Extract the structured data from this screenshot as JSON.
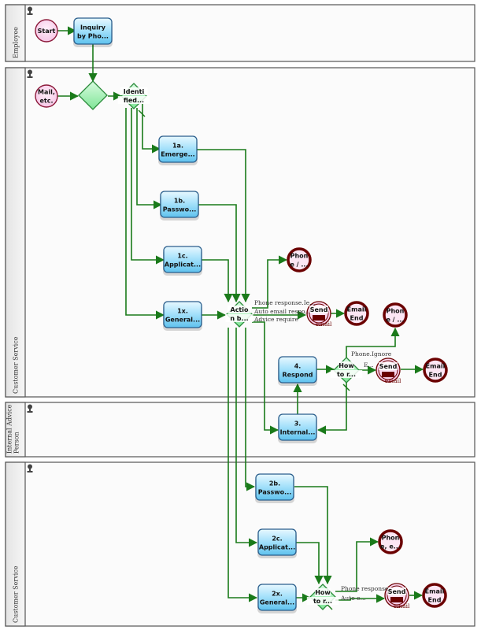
{
  "colors": {
    "flow": "#1a7a1a",
    "task_fill_top": "#d6f1ff",
    "task_fill_bottom": "#6cc8f0",
    "task_stroke": "#2a5e8c",
    "gateway_fill": "#9ff0b0",
    "gateway_stroke": "#2a8a3a",
    "end_stroke": "#6b0000",
    "start_fill": "#fcd9f0",
    "start_stroke": "#8c1a3a"
  },
  "lanes": [
    {
      "id": "employee",
      "label": "Employee"
    },
    {
      "id": "customer-service-1",
      "label": "Customer Service"
    },
    {
      "id": "internal-advice",
      "label": "Internal Advice Person"
    },
    {
      "id": "customer-service-2",
      "label": "Customer Service"
    }
  ],
  "nodes": {
    "start": {
      "type": "start",
      "lines": [
        "Start"
      ]
    },
    "inquiry": {
      "type": "task",
      "lines": [
        "Inquiry",
        "by Pho..."
      ]
    },
    "mail": {
      "type": "start",
      "lines": [
        "Mail,",
        "etc."
      ]
    },
    "merge": {
      "type": "gateway",
      "lines": []
    },
    "identified": {
      "type": "gateway",
      "lines": [
        "Identi",
        "fied..."
      ]
    },
    "t1a": {
      "type": "task",
      "lines": [
        "1a.",
        "Emerge..."
      ]
    },
    "t1b": {
      "type": "task",
      "lines": [
        "1b.",
        "Passwo..."
      ]
    },
    "t1c": {
      "type": "task",
      "lines": [
        "1c.",
        "Applicat..."
      ]
    },
    "t1x": {
      "type": "task",
      "lines": [
        "1x.",
        "General..."
      ]
    },
    "action": {
      "type": "gateway",
      "lines": [
        "Actio",
        "n b..."
      ]
    },
    "phone1": {
      "type": "end",
      "lines": [
        "Phon",
        "e / ..."
      ]
    },
    "send1": {
      "type": "send",
      "lines": [
        "Send"
      ],
      "sub": "email"
    },
    "emailend1": {
      "type": "end",
      "lines": [
        "Email",
        "End"
      ]
    },
    "phone2": {
      "type": "end",
      "lines": [
        "Phon",
        "e / ..."
      ]
    },
    "t4": {
      "type": "task",
      "lines": [
        "4.",
        "Respond"
      ]
    },
    "how1": {
      "type": "gateway",
      "lines": [
        "How",
        "to r..."
      ]
    },
    "send2": {
      "type": "send",
      "lines": [
        "Send"
      ],
      "sub": "email"
    },
    "emailend2": {
      "type": "end",
      "lines": [
        "Email",
        "End"
      ]
    },
    "t3": {
      "type": "task",
      "lines": [
        "3.",
        "Internal..."
      ]
    },
    "t2b": {
      "type": "task",
      "lines": [
        "2b.",
        "Passwo..."
      ]
    },
    "t2c": {
      "type": "task",
      "lines": [
        "2c.",
        "Applicat..."
      ]
    },
    "t2x": {
      "type": "task",
      "lines": [
        "2x.",
        "General..."
      ]
    },
    "how2": {
      "type": "gateway",
      "lines": [
        "How",
        "to r..."
      ]
    },
    "phone3": {
      "type": "end",
      "lines": [
        "Phon",
        "e, e..."
      ]
    },
    "send3": {
      "type": "send",
      "lines": [
        "Send"
      ],
      "sub": "email"
    },
    "emailend3": {
      "type": "end",
      "lines": [
        "Email",
        "End"
      ]
    }
  },
  "edge_labels": {
    "action_phone": "Phone response.Ie...",
    "action_auto": "Auto email respo...",
    "action_advice": "Advice require",
    "how1_phone": "Phone.Ignore",
    "how1_email": "E...",
    "how2_phone": "Phone response",
    "how2_auto": "Auto e..."
  }
}
